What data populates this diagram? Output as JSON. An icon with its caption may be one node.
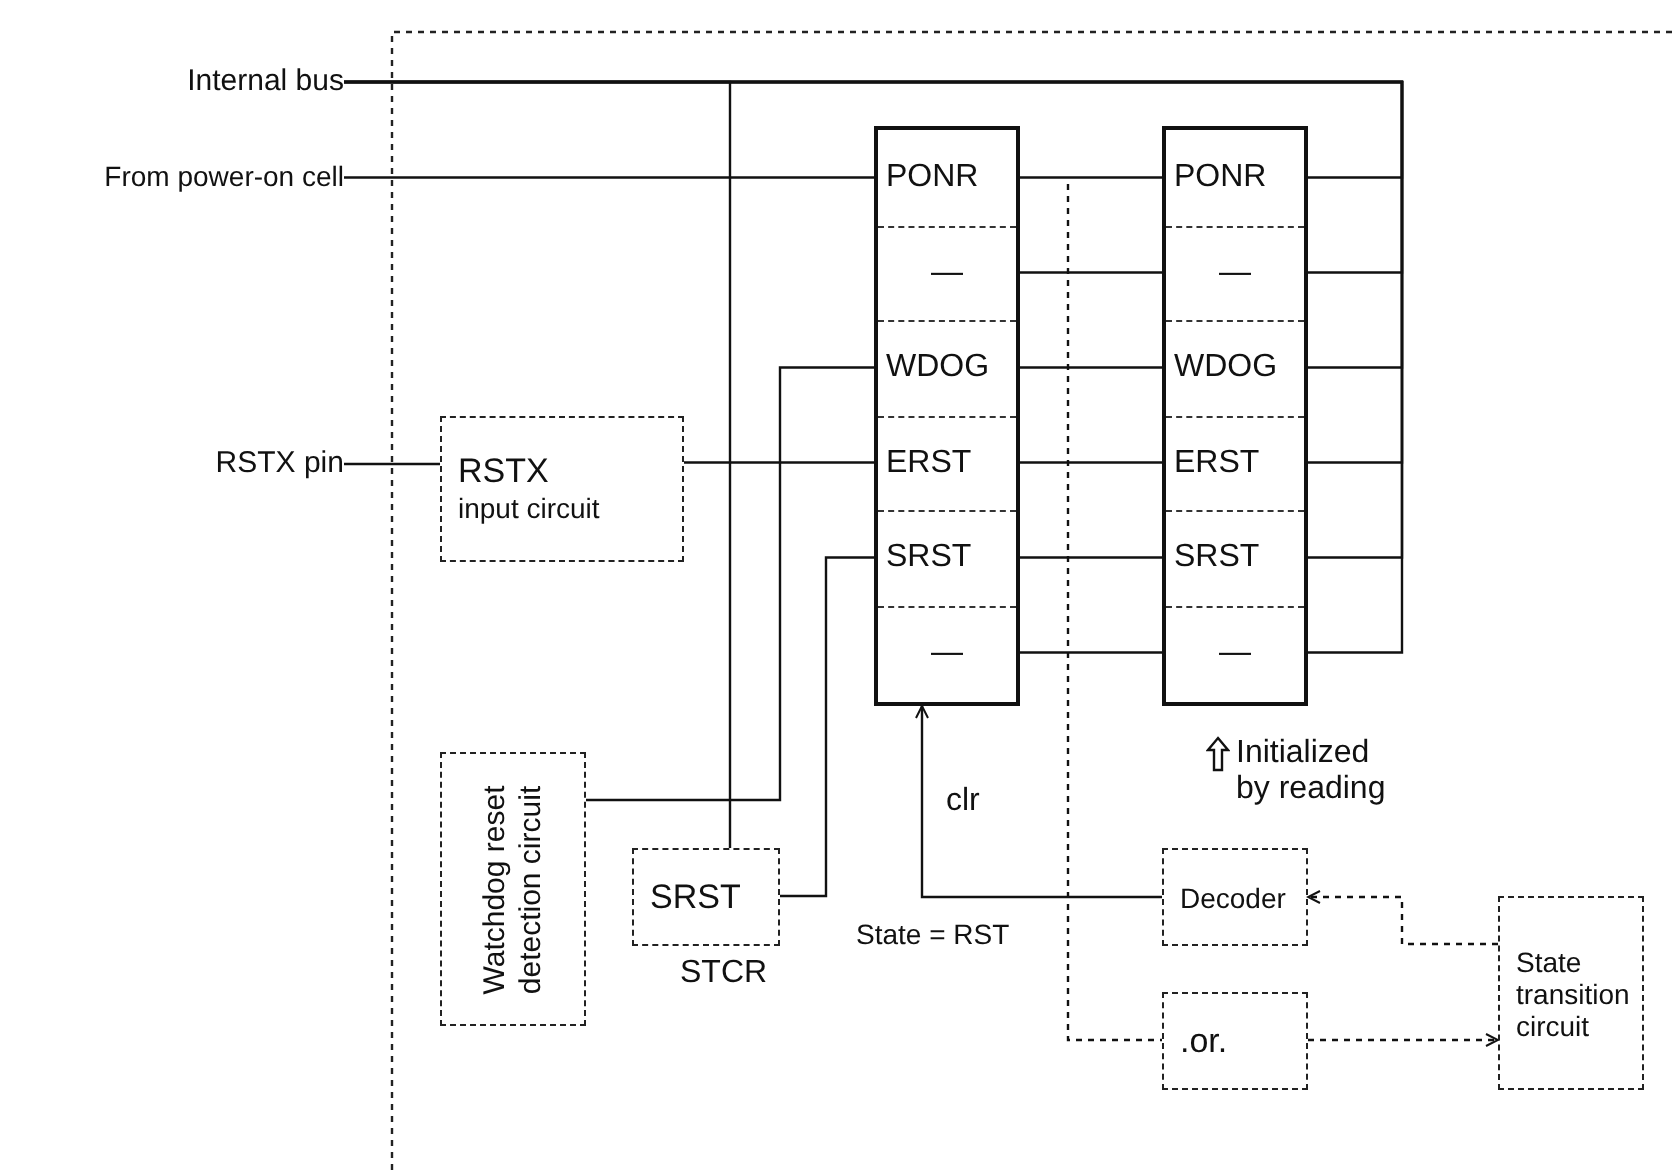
{
  "diagram": {
    "nodes": [
      {
        "text": [
          "Internal bus"
        ]
      },
      {
        "text": [
          "From power-on cell"
        ]
      },
      {
        "text": [
          "RSTX pin"
        ]
      },
      {
        "text": [
          "RSTX",
          "input circuit"
        ]
      },
      {
        "text": [],
        "shape": "box"
      },
      {
        "text": [
          "PONR"
        ],
        "in": 4
      },
      {
        "text": [
          "—"
        ],
        "in": 4
      },
      {
        "text": [
          "WDOG"
        ],
        "in": 4
      },
      {
        "text": [
          "ERST"
        ],
        "in": 4
      },
      {
        "text": [
          "SRST"
        ],
        "in": 4
      },
      {
        "text": [
          "—"
        ],
        "in": 4
      },
      {
        "text": [],
        "shape": "box",
        "beside": [
          "Initialized by reading"
        ]
      },
      {
        "text": [
          "PONR"
        ],
        "in": 11
      },
      {
        "text": [
          "—"
        ],
        "in": 11
      },
      {
        "text": [
          "WDOG"
        ],
        "in": 11
      },
      {
        "text": [
          "ERST"
        ],
        "in": 11
      },
      {
        "text": [
          "SRST"
        ],
        "in": 11
      },
      {
        "text": [
          "—"
        ],
        "in": 11
      },
      {
        "text": [
          "Watchdog reset detection circuit"
        ]
      },
      {
        "text": [
          "SRST"
        ],
        "beside": [
          "STCR"
        ]
      },
      {
        "text": [
          "Decoder"
        ]
      },
      {
        "text": [
          ".or."
        ]
      },
      {
        "text": [
          "State transition circuit"
        ]
      }
    ],
    "edges": [
      {
        "from": 1,
        "to": 5,
        "arrow": "none"
      },
      {
        "from": 5,
        "to": 12,
        "arrow": "none"
      },
      {
        "from": 6,
        "to": 13,
        "arrow": "none"
      },
      {
        "from": 7,
        "to": 14,
        "arrow": "none"
      },
      {
        "from": 8,
        "to": 15,
        "arrow": "none"
      },
      {
        "from": 9,
        "to": 16,
        "arrow": "none"
      },
      {
        "from": 10,
        "to": 17,
        "arrow": "none"
      },
      {
        "from": 2,
        "to": 3,
        "arrow": "none"
      },
      {
        "from": 3,
        "to": 8,
        "arrow": "none"
      },
      {
        "from": 18,
        "to": 7,
        "arrow": "none"
      },
      {
        "from": 19,
        "to": 9,
        "arrow": "none"
      },
      {
        "from": 0,
        "to": 19,
        "arrow": "none"
      },
      {
        "from": 12,
        "to": 0,
        "arrow": "none"
      },
      {
        "from": 13,
        "to": 0,
        "arrow": "none"
      },
      {
        "from": 14,
        "to": 0,
        "arrow": "none"
      },
      {
        "from": 15,
        "to": 0,
        "arrow": "none"
      },
      {
        "from": 16,
        "to": 0,
        "arrow": "none"
      },
      {
        "from": 17,
        "to": 0,
        "arrow": "none"
      },
      {
        "from": 20,
        "to": 4,
        "arrow": "to",
        "label": "clr"
      },
      {
        "from": null,
        "to": 21,
        "arrow": "none",
        "style": "dashed"
      },
      {
        "from": 21,
        "to": 22,
        "arrow": "to",
        "style": "dashed"
      },
      {
        "from": 22,
        "to": 20,
        "arrow": "to",
        "style": "dashed"
      }
    ],
    "labels": [
      "State = RST"
    ]
  }
}
